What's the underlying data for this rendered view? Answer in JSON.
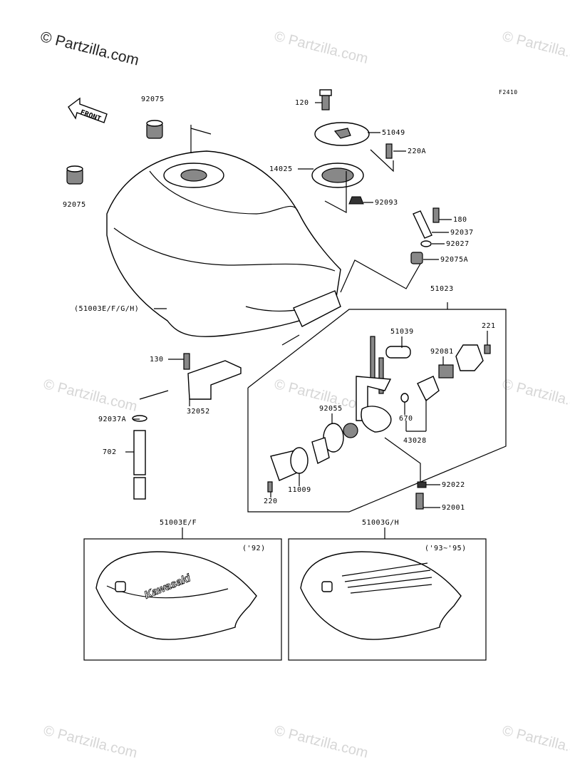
{
  "watermark": {
    "copyright": "© Partzilla.com",
    "faint": "© Partzilla.com"
  },
  "figure_code": "F2410",
  "front_arrow": "FRONT",
  "parts": {
    "p92075_top": "92075",
    "p92075_left": "92075",
    "p120": "120",
    "p51049": "51049",
    "p220A": "220A",
    "p14025": "14025",
    "p92093": "92093",
    "p180": "180",
    "p92037": "92037",
    "p92027": "92027",
    "p92075A": "92075A",
    "p51023": "51023",
    "p51003": "(51003E/F/G/H)",
    "p221": "221",
    "p51039": "51039",
    "p92081": "92081",
    "p130": "130",
    "p32052": "32052",
    "p92037A": "92037A",
    "p92055": "92055",
    "p670": "670",
    "p43028": "43028",
    "p702": "702",
    "p11009": "11009",
    "p92022": "92022",
    "p220": "220",
    "p92001": "92001"
  },
  "variants": {
    "left": {
      "code": "51003E/F",
      "year": "('92)",
      "brand": "Kawasaki"
    },
    "right": {
      "code": "51003G/H",
      "year": "('93~'95)"
    }
  }
}
